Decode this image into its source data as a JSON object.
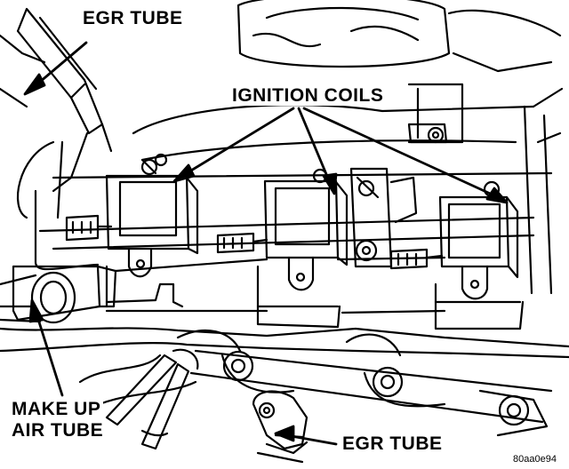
{
  "labels": {
    "egr_tube_top": "EGR TUBE",
    "ignition_coils": "IGNITION COILS",
    "make_up_line1": "MAKE UP",
    "make_up_line2": "AIR TUBE",
    "egr_tube_bottom": "EGR TUBE",
    "figure_code": "80aa0e94"
  },
  "colors": {
    "ink": "#000000",
    "paper": "#ffffff"
  }
}
